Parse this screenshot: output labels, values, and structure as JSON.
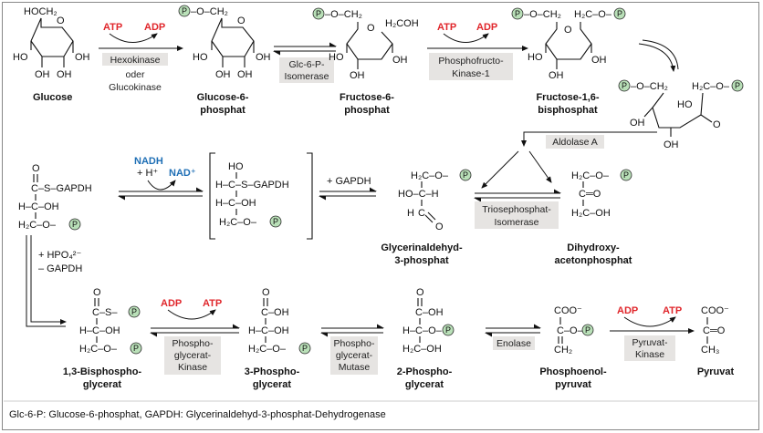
{
  "molecules": {
    "glucose": {
      "name": "Glucose",
      "lbl_ch2": "HOCH₂",
      "lbl_ho": "HO",
      "lbl_oh1": "OH",
      "lbl_oh2": "OH",
      "lbl_oh3": "OH",
      "lbl_o": "O"
    },
    "g6p": {
      "name_1": "Glucose-6-",
      "name_2": "phosphat",
      "lbl_och2": "–O–CH₂",
      "lbl_ho": "HO",
      "lbl_oh1": "OH",
      "lbl_oh2": "OH",
      "lbl_oh3": "OH",
      "lbl_o": "O"
    },
    "f6p": {
      "name_1": "Fructose-6-",
      "name_2": "phosphat",
      "lbl_och2": "–O–CH₂",
      "lbl_ch2oh": "H₂COH",
      "lbl_ho": "HO",
      "lbl_oh1": "OH",
      "lbl_oh2": "OH",
      "lbl_o": "O"
    },
    "f16bp": {
      "name_1": "Fructose-1,6-",
      "name_2": "bisphosphat",
      "lbl_och2": "–O–CH₂",
      "lbl_ch2o": "H₂C–O–",
      "lbl_ho": "HO",
      "lbl_oh1": "OH",
      "lbl_oh2": "OH",
      "lbl_o": "O"
    },
    "open_f16bp": {
      "lbl_och2": "–O–CH₂",
      "lbl_ch2o": "H₂C–O–",
      "lbl_ho": "HO",
      "lbl_oh1": "OH",
      "lbl_oh2": "OH",
      "lbl_o": "O"
    },
    "gap": {
      "name_1": "Glycerinaldehyd-",
      "name_2": "3-phosphat",
      "lbl_ch2o": "H₂C–O–",
      "lbl_hoch": "HO–C–H",
      "lbl_c": "C",
      "lbl_h": "H",
      "lbl_o": "O"
    },
    "dhap": {
      "name_1": "Dihydroxy-",
      "name_2": "acetonphosphat",
      "lbl_ch2o": "H₂C–O–",
      "lbl_co": "C═O",
      "lbl_ch2oh": "H₂C–OH"
    },
    "thioester": {
      "lbl_o": "O",
      "lbl_cs": "C–S–GAPDH",
      "lbl_hcoh": "H–C–OH",
      "lbl_ch2o": "H₂C–O–"
    },
    "hemithio": {
      "lbl_ho": "HO",
      "lbl_hcs": "H–C–S–GAPDH",
      "lbl_hcoh": "H–C–OH",
      "lbl_ch2o": "H₂C–O–"
    },
    "bpg13": {
      "name_1": "1,3-Bisphospho-",
      "name_2": "glycerat",
      "lbl_o": "O",
      "lbl_cs": "C–S–",
      "lbl_hcoh": "H–C–OH",
      "lbl_ch2o": "H₂C–O–"
    },
    "pg3": {
      "name_1": "3-Phospho-",
      "name_2": "glycerat",
      "lbl_o": "O",
      "lbl_coh": "C–OH",
      "lbl_hcoh": "H–C–OH",
      "lbl_ch2o": "H₂C–O–"
    },
    "pg2": {
      "name_1": "2-Phospho-",
      "name_2": "glycerat",
      "lbl_o": "O",
      "lbl_coh": "C–OH",
      "lbl_hco": "H–C–O–",
      "lbl_ch2oh": "H₂C–OH"
    },
    "pep": {
      "name_1": "Phosphoenol-",
      "name_2": "pyruvat",
      "lbl_coo": "COO⁻",
      "lbl_co": "C–O–",
      "lbl_ch2": "CH₂"
    },
    "pyruvat": {
      "name": "Pyruvat",
      "lbl_coo": "COO⁻",
      "lbl_co": "C═O",
      "lbl_ch3": "CH₃"
    }
  },
  "phosphate_symbol": "P",
  "enzymes": {
    "hexokinase": {
      "l1": "Hexokinase",
      "l2": "oder",
      "l3": "Glucokinase"
    },
    "g6p_isomerase": {
      "l1": "Glc-6-P-",
      "l2": "Isomerase"
    },
    "pfk": {
      "l1": "Phosphofructo-",
      "l2": "Kinase-1"
    },
    "aldolase": {
      "l1": "Aldolase A"
    },
    "tpi": {
      "l1": "Triosephosphat-",
      "l2": "Isomerase"
    },
    "pgk": {
      "l1": "Phospho-",
      "l2": "glycerat-",
      "l3": "Kinase"
    },
    "pgm": {
      "l1": "Phospho-",
      "l2": "glycerat-",
      "l3": "Mutase"
    },
    "enolase": {
      "l1": "Enolase"
    },
    "pk": {
      "l1": "Pyruvat-",
      "l2": "Kinase"
    }
  },
  "cofactors": {
    "atp": "ATP",
    "adp": "ADP",
    "nadh": "NADH",
    "hplus": "+ H⁺",
    "nad": "NAD⁺",
    "plus_gapdh": "+ GAPDH",
    "hpo4": "+ HPO₄²⁻",
    "minus_gapdh": "– GAPDH"
  },
  "footnote": "Glc-6-P: Glucose-6-phosphat, GAPDH: Glycerinaldehyd-3-phosphat-Dehydrogenase",
  "colors": {
    "red": "#e0262b",
    "blue": "#1f6fb5",
    "phosphate_fill": "#b9e0b8",
    "enzyme_box": "#e6e4e2"
  }
}
